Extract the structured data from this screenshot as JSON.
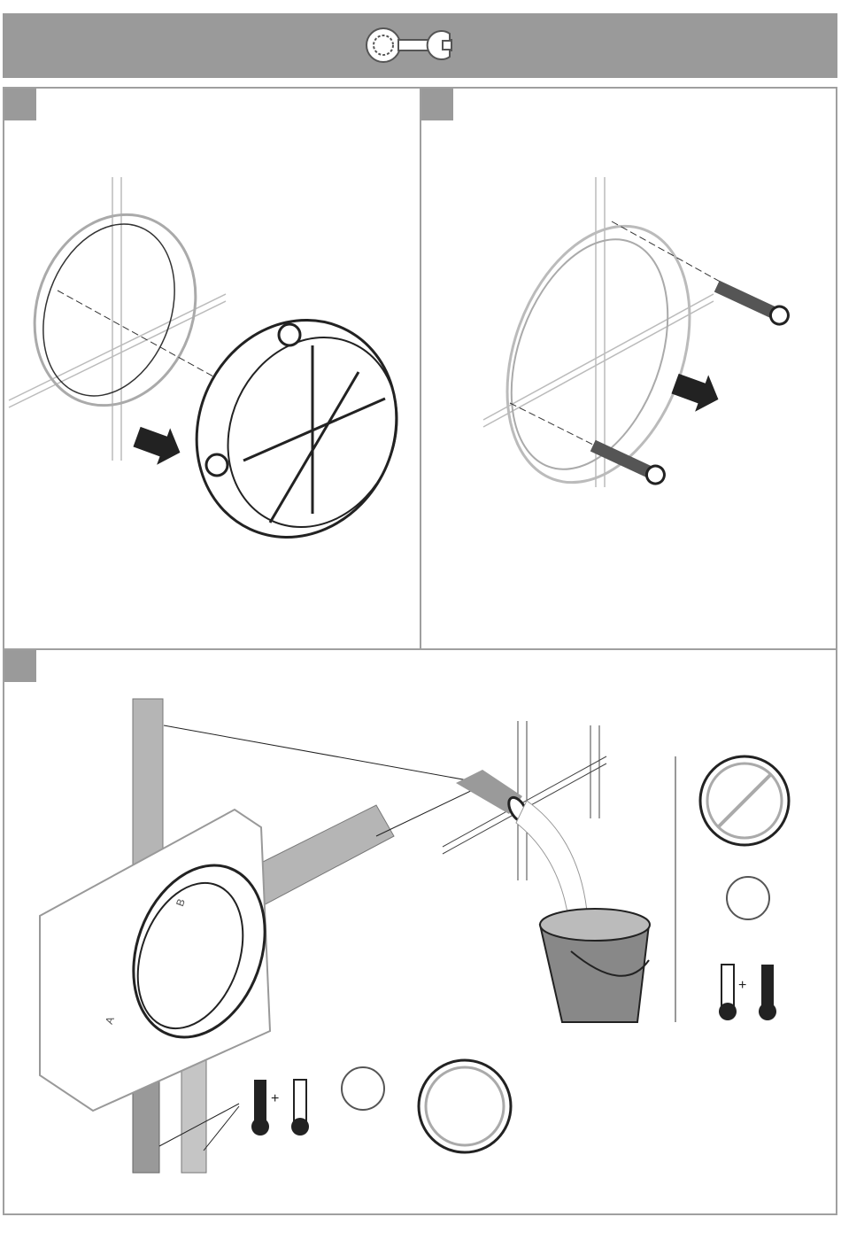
{
  "header": {
    "tool_icon": "wrench-icon"
  },
  "panels": [
    {
      "id": "step-1",
      "icon": "mounting-box-insert-illustration"
    },
    {
      "id": "step-2",
      "icon": "screw-fixing-illustration"
    },
    {
      "id": "step-3",
      "icon": "flush-pipes-illustration"
    }
  ],
  "labels": {
    "plus_1": "+",
    "plus_2": "+",
    "box_letter_a": "A",
    "box_letter_b": "B"
  }
}
